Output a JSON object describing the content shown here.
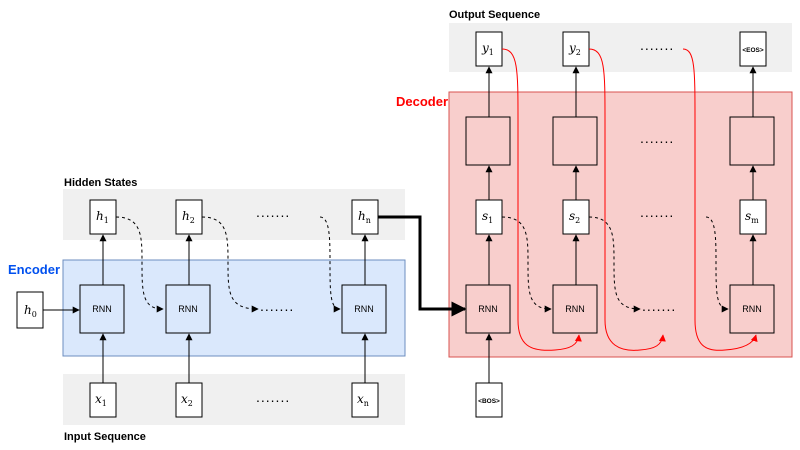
{
  "labels": {
    "hidden_states": "Hidden States",
    "encoder": "Encoder",
    "input_sequence": "Input Sequence",
    "output_sequence": "Output Sequence",
    "decoder": "Decoder"
  },
  "colors": {
    "encoder_fill": "#dae8fc",
    "encoder_stroke": "#6c8ebf",
    "decoder_fill": "#f8cecc",
    "decoder_stroke": "#d9534f",
    "decoder_label": "#ff0000",
    "encoder_label": "#0050ef",
    "band_gray": "#f0f0f0",
    "feedback_arrow": "#ff0000"
  },
  "encoder": {
    "initial_hidden": {
      "base": "h",
      "sub": "0"
    },
    "cell_label": "RNN",
    "hidden": [
      {
        "base": "h",
        "sub": "1"
      },
      {
        "base": "h",
        "sub": "2"
      },
      {
        "base": "h",
        "sub": "n"
      }
    ],
    "inputs": [
      {
        "base": "x",
        "sub": "1"
      },
      {
        "base": "x",
        "sub": "2"
      },
      {
        "base": "x",
        "sub": "n"
      }
    ],
    "ellipsis": "......."
  },
  "decoder": {
    "cell_label": "RNN",
    "states": [
      {
        "base": "s",
        "sub": "1"
      },
      {
        "base": "s",
        "sub": "2"
      },
      {
        "base": "s",
        "sub": "m"
      }
    ],
    "outputs": [
      {
        "base": "y",
        "sub": "1"
      },
      {
        "base": "y",
        "sub": "2"
      }
    ],
    "bos_token": "<BOS>",
    "eos_token": "<EOS>",
    "ellipsis": "......."
  }
}
